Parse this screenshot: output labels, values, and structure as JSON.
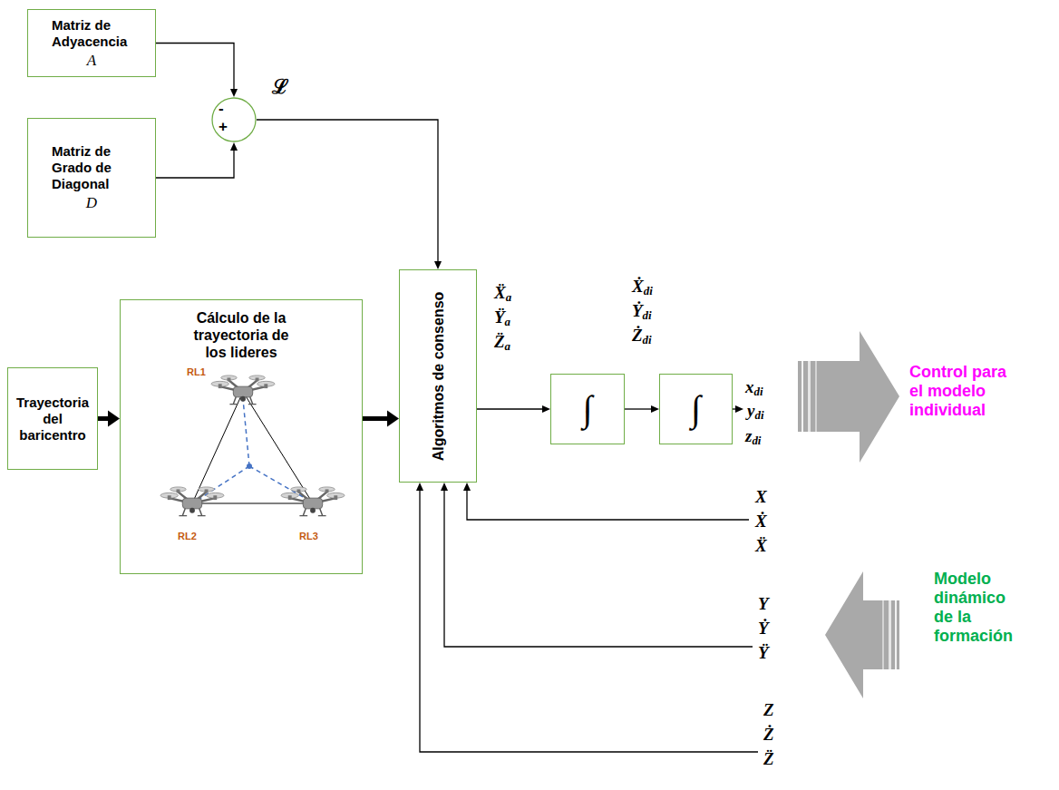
{
  "diagram": {
    "nodes": [
      {
        "text": [
          "Matriz de Adyacencia",
          "A"
        ]
      },
      {
        "text": [
          "Matriz de Grado de Diagonal",
          "D"
        ]
      },
      {
        "text": [
          "-",
          "+"
        ]
      },
      {
        "text": [
          "Trayectoria del baricentro"
        ]
      },
      {
        "text": [
          "Cálculo de la trayectoria de los lideres"
        ]
      },
      {
        "text": [
          "Algoritmos de consenso"
        ]
      },
      {
        "text": [
          "∫"
        ]
      },
      {
        "text": [
          "∫"
        ]
      }
    ],
    "edges": [
      {
        "from": 0,
        "to": 2,
        "arrow": "to"
      },
      {
        "from": 1,
        "to": 2,
        "arrow": "to"
      },
      {
        "from": 2,
        "to": 5,
        "arrow": "to"
      },
      {
        "from": 3,
        "to": 4,
        "arrow": "to"
      },
      {
        "from": 4,
        "to": 5,
        "arrow": "to"
      },
      {
        "from": 5,
        "to": 6,
        "arrow": "to"
      },
      {
        "from": 6,
        "to": 7,
        "arrow": "to"
      }
    ],
    "labels": [
      "ℒ",
      "RL1",
      "RL2",
      "RL3",
      "Ẍa",
      "Ÿa",
      "Z̈a",
      "Ẋdi",
      "Ẏdi",
      "Żdi",
      "xdi",
      "ydi",
      "zdi",
      "X",
      "Ẋ",
      "Ẍ",
      "Y",
      "Ẏ",
      "Ÿ",
      "Z",
      "Ż",
      "Z̈",
      "Control para el modelo individual",
      "Modelo dinámico de la formación"
    ]
  }
}
